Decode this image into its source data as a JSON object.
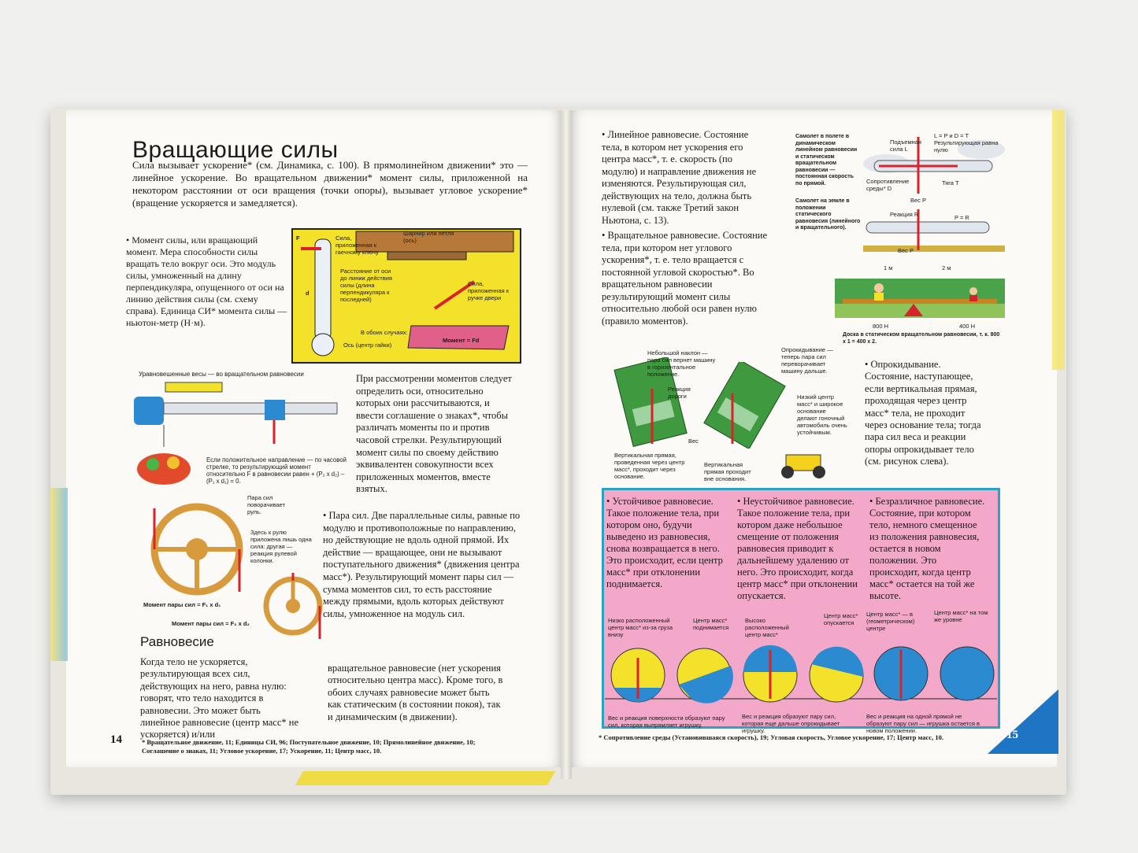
{
  "left_page": {
    "title": "Вращающие силы",
    "intro": "Сила вызывает ускорение* (см. Динамика, с. 100). В прямолинейном движении* это — линейное ускорение. Во вращательном движении* момент силы, приложенной на некотором расстоянии от оси вращения (точки опоры), вызывает угловое ускорение* (вращение ускоряется и замедляется).",
    "moment_text": "• Момент силы, или вращающий момент. Мера способности силы вращать тело вокруг оси. Это модуль силы, умноженный на длину перпендикуляра, опущенного от оси на линию действия силы (см. схему справа). Единица СИ* момента силы — ньютон-метр (Н·м).",
    "wrench_diagram": {
      "label_force": "Сила, приложенная к гаечному ключу",
      "label_hinge": "Шарнир или петля (ось)",
      "label_distance": "Расстояние от оси до линии действия силы (длина перпендикуляра к последней)",
      "label_door_force": "Сила, приложенная к ручке двери",
      "label_both": "В обоих случаях:",
      "formula": "Момент = Fd",
      "label_axis": "Ось (центр гайки)",
      "F": "F",
      "d": "d"
    },
    "scales_caption_top": "Уравновешенные весы — во вращательном равновесии",
    "scales_caption": "Если положительное направление — по часовой стрелке, то результирующий момент относительно F в равновесии равен + (P₂ x d₂) – (P₁ x d₁) = 0.",
    "moments_text": "При рассмотрении моментов следует определить оси, относительно которых они рассчитываются, и ввести соглашение о знаках*, чтобы различать моменты по и против часовой стрелки. Результирующий момент силы по своему действию эквивалентен совокупности всех приложенных моментов, вместе взятых.",
    "couple_text": "• Пара сил. Две параллельные силы, равные по модулю и противоположные по направлению, но действующие не вдоль одной прямой. Их действие — вращающее, они не вызывают поступательного движения* (движения центра масс*). Результирующий момент пары сил — сумма моментов сил, то есть расстояние между прямыми, вдоль которых действуют силы, умноженное на модуль сил.",
    "wheel_caption_1": "Пара сил поворачивает руль.",
    "wheel_caption_2": "Здесь к рулю приложена лишь одна сила: другая — реакция рулевой колонки.",
    "wheel_formula_1": "Момент пары сил = F₁ x d₁",
    "wheel_formula_2": "Момент пары сил = F₂ x d₂",
    "equilibrium_heading": "Равновесие",
    "equilibrium_text_1": "Когда тело не ускоряется, результирующая всех сил, действующих на него, равна нулю: говорят, что тело находится в равновесии. Это может быть линейное равновесие (центр масс* не ускоряется) и/или",
    "equilibrium_text_2": "вращательное равновесие (нет ускорения относительно центра масс). Кроме того, в обоих случаях равновесие может быть как статическим (в состоянии покоя), так и динамическим (в движении).",
    "page_number": "14",
    "footnote": "* Вращательное движение, 11; Единицы СИ, 96; Поступательное движение, 10; Прямолинейное движение, 10; Соглашение о знаках, 11; Угловое ускорение, 17; Ускорение, 11; Центр масс, 10."
  },
  "right_page": {
    "linear_eq": "• Линейное равновесие. Состояние тела, в котором нет ускорения его центра масс*, т. е. скорость (по модулю) и направление движения не изменяются. Результирующая сил, действующих на тело, должна быть нулевой (см. также Третий закон Ньютона, с. 13).",
    "rot_eq": "• Вращательное равновесие. Состояние тела, при котором нет углового ускорения*, т. е. тело вращается с постоянной угловой скоростью*. Во вращательном равновесии результирующий момент силы относительно любой оси равен нулю (правило моментов).",
    "plane_caption_1": "Самолет в полете в динамическом линейном равновесии и статическом вращательном равновесии — постоянная скорость по прямой.",
    "plane_caption_2": "Самолет на земле в положении статического равновесия (линейного и вращательного).",
    "plane_labels": {
      "lift": "Подъемная сила L",
      "eq": "L = P и D = T Результирующая равна нулю",
      "drag": "Сопротивление среды* D",
      "thrust": "Тяга T",
      "weight": "Вес P",
      "reaction": "Реакция R",
      "pr": "P = R"
    },
    "seesaw": {
      "d1": "1 м",
      "d2": "2 м",
      "w1": "800 Н",
      "w2": "400 Н",
      "caption": "Доска в статическом вращательном равновесии, т. к. 800 x 1 = 400 x 2."
    },
    "tip_captions": {
      "small_tilt": "Небольшой наклон — пара сил вернет машину в горизонтальное положение.",
      "reaction": "Реакция дороги",
      "weight": "Вес",
      "vertical_1": "Вертикальная прямая, проведенная через центр масс*, проходит через основание.",
      "tipping": "Опрокидывание — теперь пара сил переворачивает машину дальше.",
      "vertical_2": "Вертикальная прямая проходит вне основания.",
      "racecar": "Низкий центр масс* и широкое основание делают гоночный автомобиль очень устойчивым."
    },
    "tipping_text": "• Опрокидывание. Состояние, наступающее, если вертикальная прямая, проходящая через центр масс* тела, не проходит через основание тела; тогда пара сил веса и реакции опоры опрокидывает тело (см. рисунок слева).",
    "stable": "• Устойчивое равновесие. Такое положение тела, при котором оно, будучи выведено из равновесия, снова возвращается в него. Это происходит, если центр масс* при отклонении поднимается.",
    "unstable": "• Неустойчивое равновесие. Такое положение тела, при котором даже небольшое смещение от положения равновесия приводит к дальнейшему удалению от него. Это происходит, когда центр масс* при отклонении опускается.",
    "neutral": "• Безразличное равновесие. Состояние, при котором тело, немного смещенное из положения равновесия, остается в новом положении. Это происходит, когда центр масс* остается на той же высоте.",
    "toy_captions": {
      "low_com": "Низко расположенный центр масс* из-за груза внизу",
      "rises": "Центр масс* поднимается",
      "high_com": "Высоко расположенный центр масс*",
      "falls": "Центр масс* опускается",
      "geom_center": "Центр масс* — в (геометрическом) центре",
      "same_level": "Центр масс* на том же уровне",
      "bottom_1": "Вес и реакция поверхности образуют пару сил, которая выпрямляет игрушку.",
      "bottom_2": "Вес и реакция образуют пару сил, которая еще дальше опрокидывает игрушку.",
      "bottom_3": "Вес и реакция на одной прямой не образуют пару сил — игрушка остается в новом положении."
    },
    "page_number": "15",
    "footnote": "* Сопротивление среды (Установившаяся скорость), 19; Угловая скорость, Угловое ускорение, 17; Центр масс, 10."
  }
}
